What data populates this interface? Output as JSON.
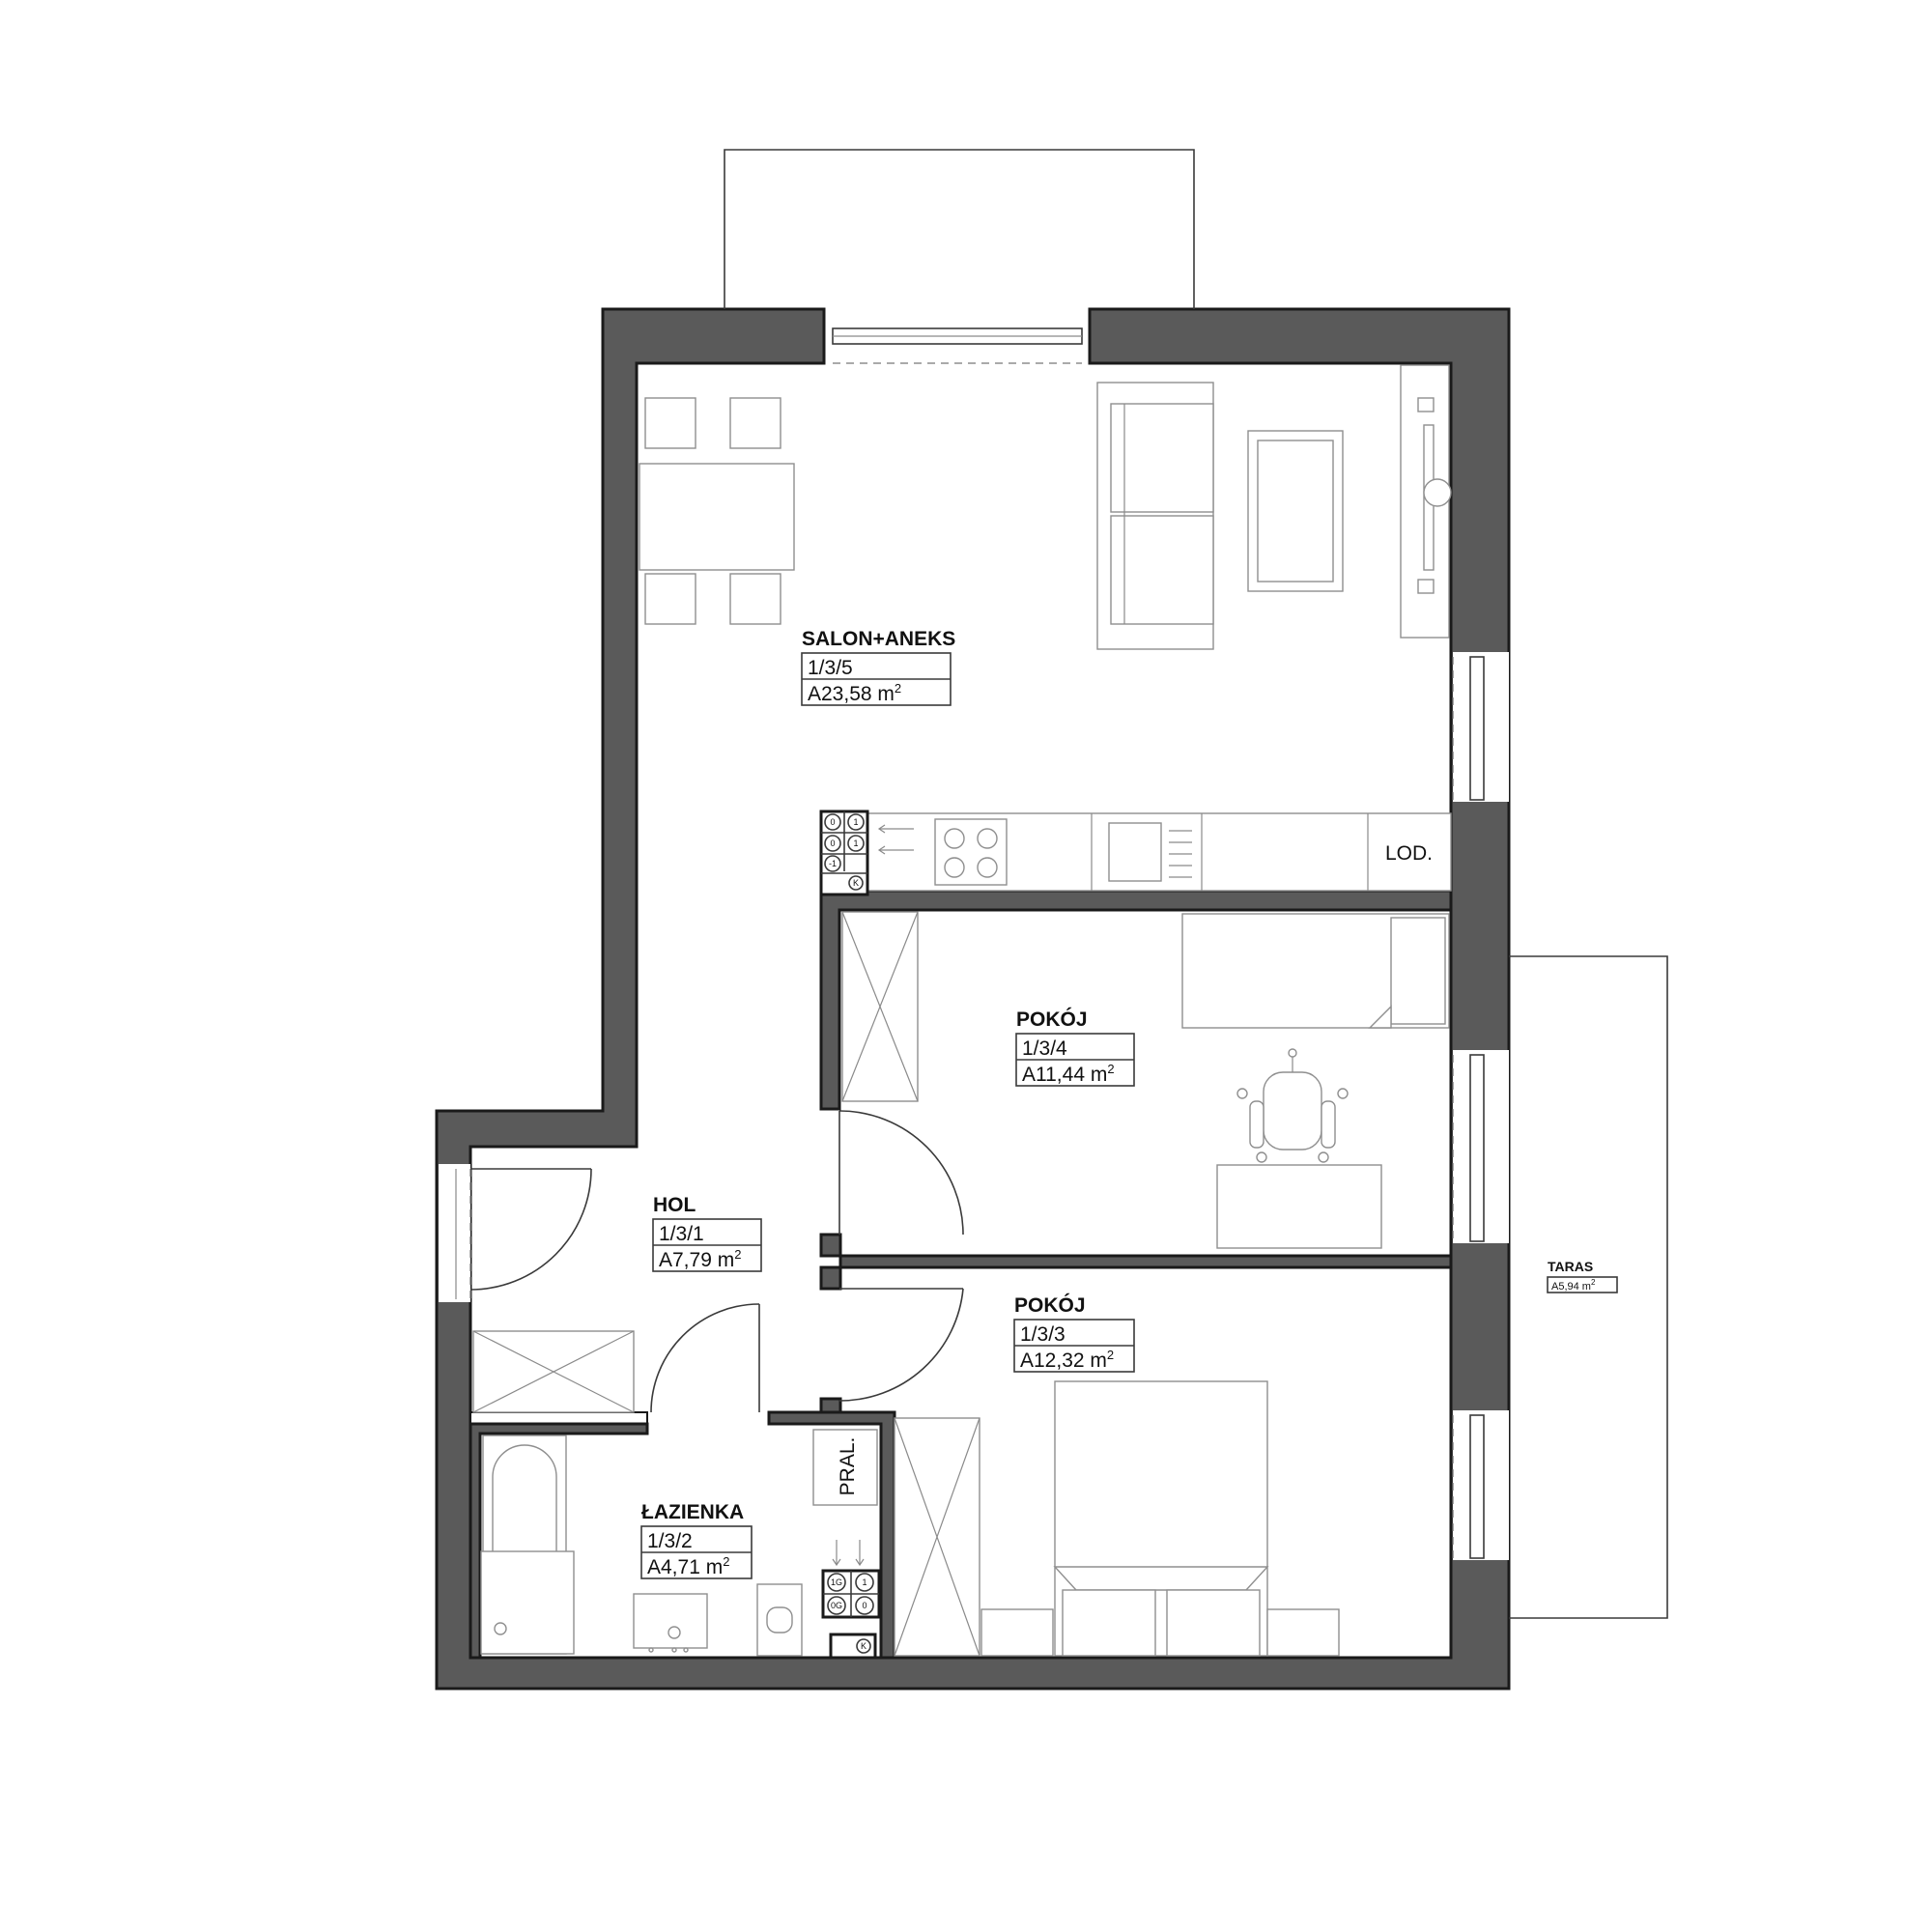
{
  "rooms": {
    "salon": {
      "name": "SALON+ANEKS",
      "number": "1/3/5",
      "area": "A23,58 m",
      "unit_sup": "2"
    },
    "pokoj4": {
      "name": "POKÓJ",
      "number": "1/3/4",
      "area": "A11,44 m",
      "unit_sup": "2"
    },
    "hol": {
      "name": "HOL",
      "number": "1/3/1",
      "area": "A7,79 m",
      "unit_sup": "2"
    },
    "pokoj3": {
      "name": "POKÓJ",
      "number": "1/3/3",
      "area": "A12,32 m",
      "unit_sup": "2"
    },
    "lazienka": {
      "name": "ŁAZIENKA",
      "number": "1/3/2",
      "area": "A4,71 m",
      "unit_sup": "2"
    },
    "taras": {
      "name": "TARAS",
      "area": "A5,94 m",
      "unit_sup": "2"
    }
  },
  "labels": {
    "lod": "LOD.",
    "pral": "PRAL."
  },
  "installations": {
    "kitchen": [
      "0",
      "1",
      "0",
      "1",
      "-1",
      "K"
    ],
    "bath": [
      "1G",
      "1",
      "0G",
      "0",
      "K"
    ]
  },
  "colors": {
    "wall": "#5a5a5a",
    "outline": "#1a1a1a"
  }
}
